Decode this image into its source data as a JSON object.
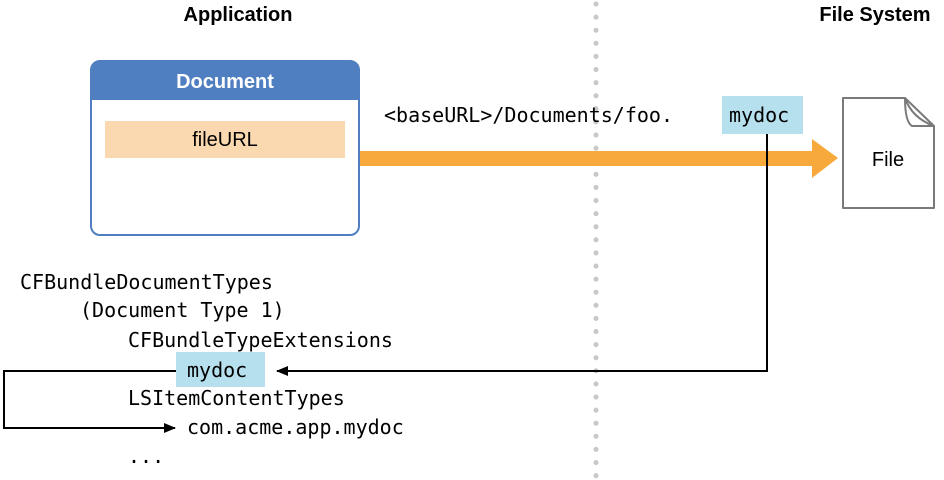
{
  "headers": {
    "application": "Application",
    "file_system": "File System"
  },
  "document_box": {
    "title": "Document",
    "property": "fileURL"
  },
  "url_path": {
    "prefix": "<baseURL>/Documents/foo.",
    "extension": "mydoc"
  },
  "file_icon": {
    "label": "File"
  },
  "plist": {
    "document_types": "CFBundleDocumentTypes",
    "document_type": "(Document Type 1)",
    "type_extensions": "CFBundleTypeExtensions",
    "extension_value": "mydoc",
    "content_types": "LSItemContentTypes",
    "content_type_value": "com.acme.app.mydoc",
    "ellipsis": "..."
  },
  "colors": {
    "document_header": "#4f7fc0",
    "document_border": "#4f7fc0",
    "fileurl_fill": "#fad8b0",
    "arrow_orange": "#f7a93b",
    "highlight_blue": "#b7e0ef",
    "divider_gray": "#c8c8c8"
  }
}
